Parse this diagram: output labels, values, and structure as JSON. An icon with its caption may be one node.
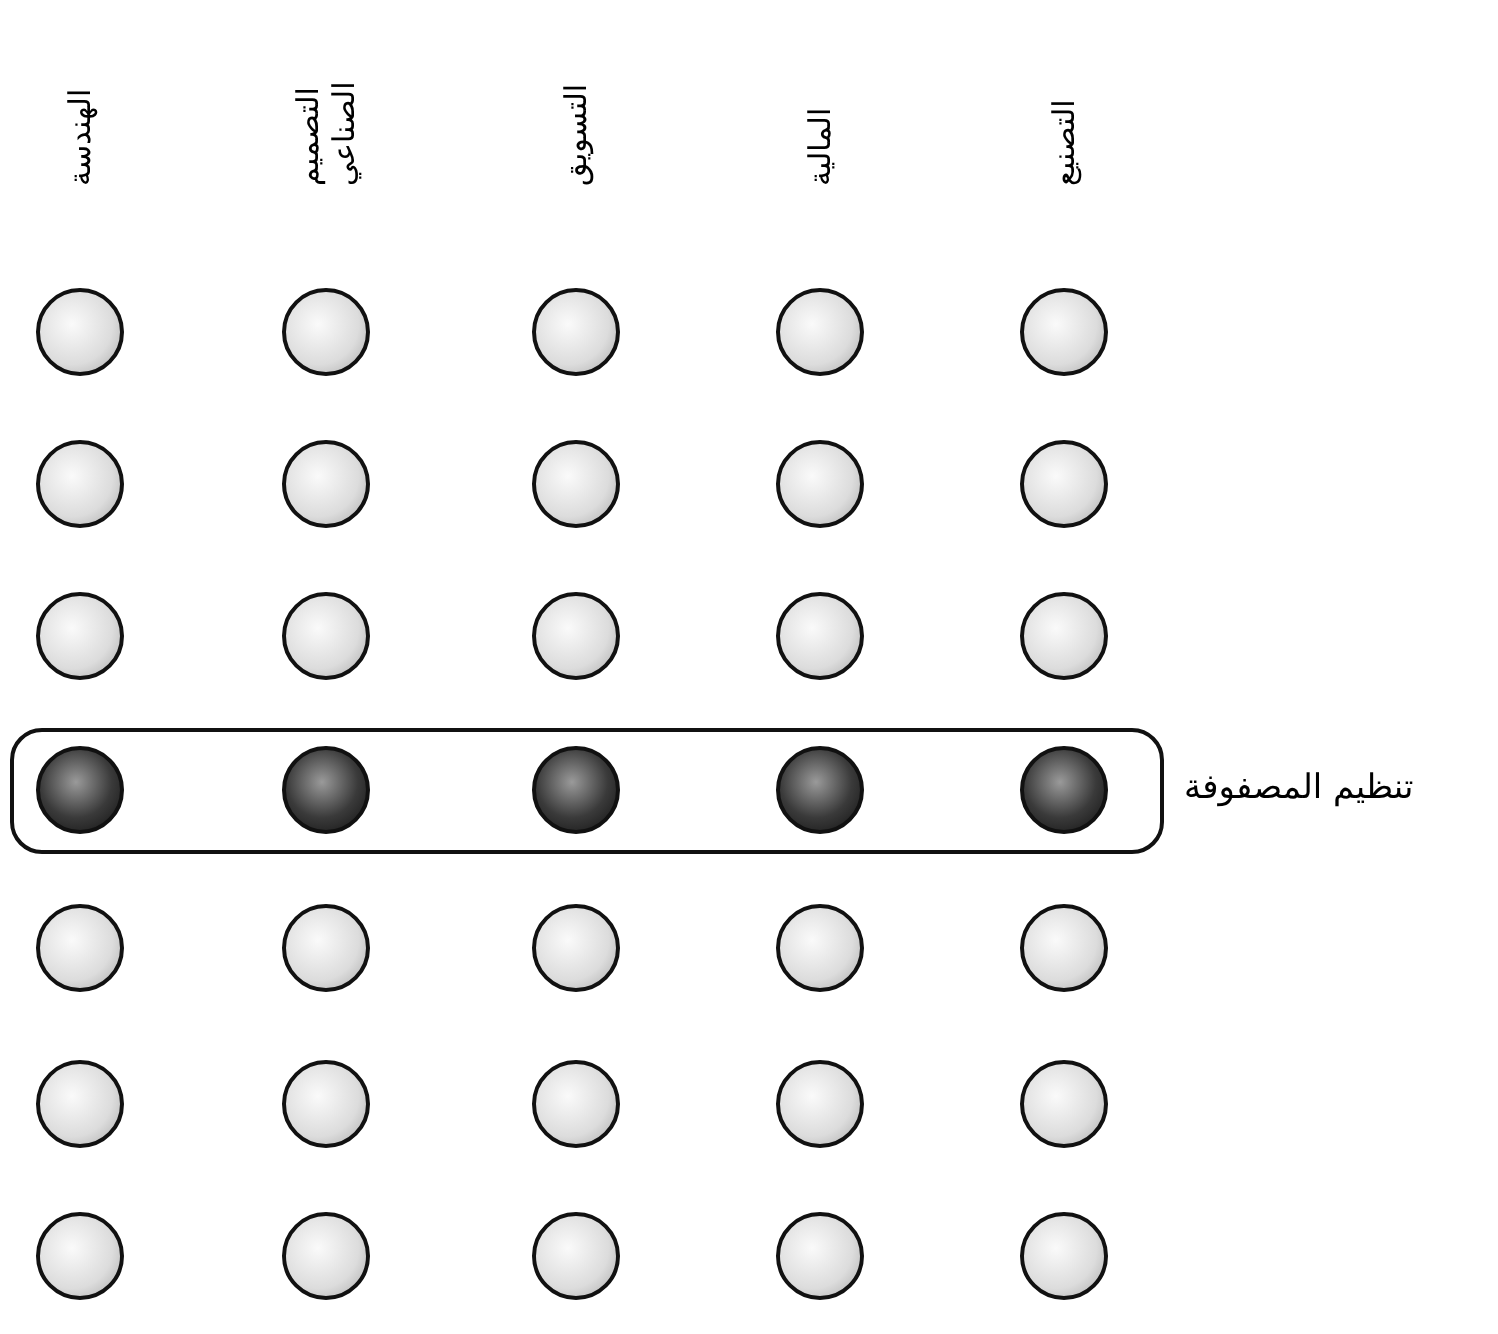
{
  "diagram": {
    "nodes": [
      {
        "text": [],
        "shape": "box",
        "beside": [
          "تنظيم المصفوفة"
        ]
      },
      {
        "text": [],
        "shape": "circle"
      },
      {
        "text": [],
        "shape": "circle"
      },
      {
        "text": [],
        "shape": "circle"
      },
      {
        "text": [],
        "shape": "circle"
      },
      {
        "text": [],
        "shape": "circle"
      },
      {
        "text": [],
        "shape": "circle"
      },
      {
        "text": [],
        "shape": "circle"
      },
      {
        "text": [],
        "shape": "circle"
      },
      {
        "text": [],
        "shape": "circle"
      },
      {
        "text": [],
        "shape": "circle"
      },
      {
        "text": [],
        "shape": "circle"
      },
      {
        "text": [],
        "shape": "circle"
      },
      {
        "text": [],
        "shape": "circle"
      },
      {
        "text": [],
        "shape": "circle"
      },
      {
        "text": [],
        "shape": "circle"
      },
      {
        "text": [],
        "shape": "circle",
        "in": 0
      },
      {
        "text": [],
        "shape": "circle",
        "in": 0
      },
      {
        "text": [],
        "shape": "circle",
        "in": 0
      },
      {
        "text": [],
        "shape": "circle",
        "in": 0
      },
      {
        "text": [],
        "shape": "circle",
        "in": 0
      },
      {
        "text": [],
        "shape": "circle"
      },
      {
        "text": [],
        "shape": "circle"
      },
      {
        "text": [],
        "shape": "circle"
      },
      {
        "text": [],
        "shape": "circle"
      },
      {
        "text": [],
        "shape": "circle"
      },
      {
        "text": [],
        "shape": "circle"
      },
      {
        "text": [],
        "shape": "circle"
      },
      {
        "text": [],
        "shape": "circle"
      },
      {
        "text": [],
        "shape": "circle"
      },
      {
        "text": [],
        "shape": "circle"
      },
      {
        "text": [],
        "shape": "circle"
      },
      {
        "text": [],
        "shape": "circle"
      },
      {
        "text": [],
        "shape": "circle"
      },
      {
        "text": [],
        "shape": "circle"
      },
      {
        "text": [],
        "shape": "circle"
      }
    ],
    "labels": [
      "التصنيع",
      "المالية",
      "التسويق",
      "التصميم الصناعي",
      "الهندسة"
    ]
  }
}
